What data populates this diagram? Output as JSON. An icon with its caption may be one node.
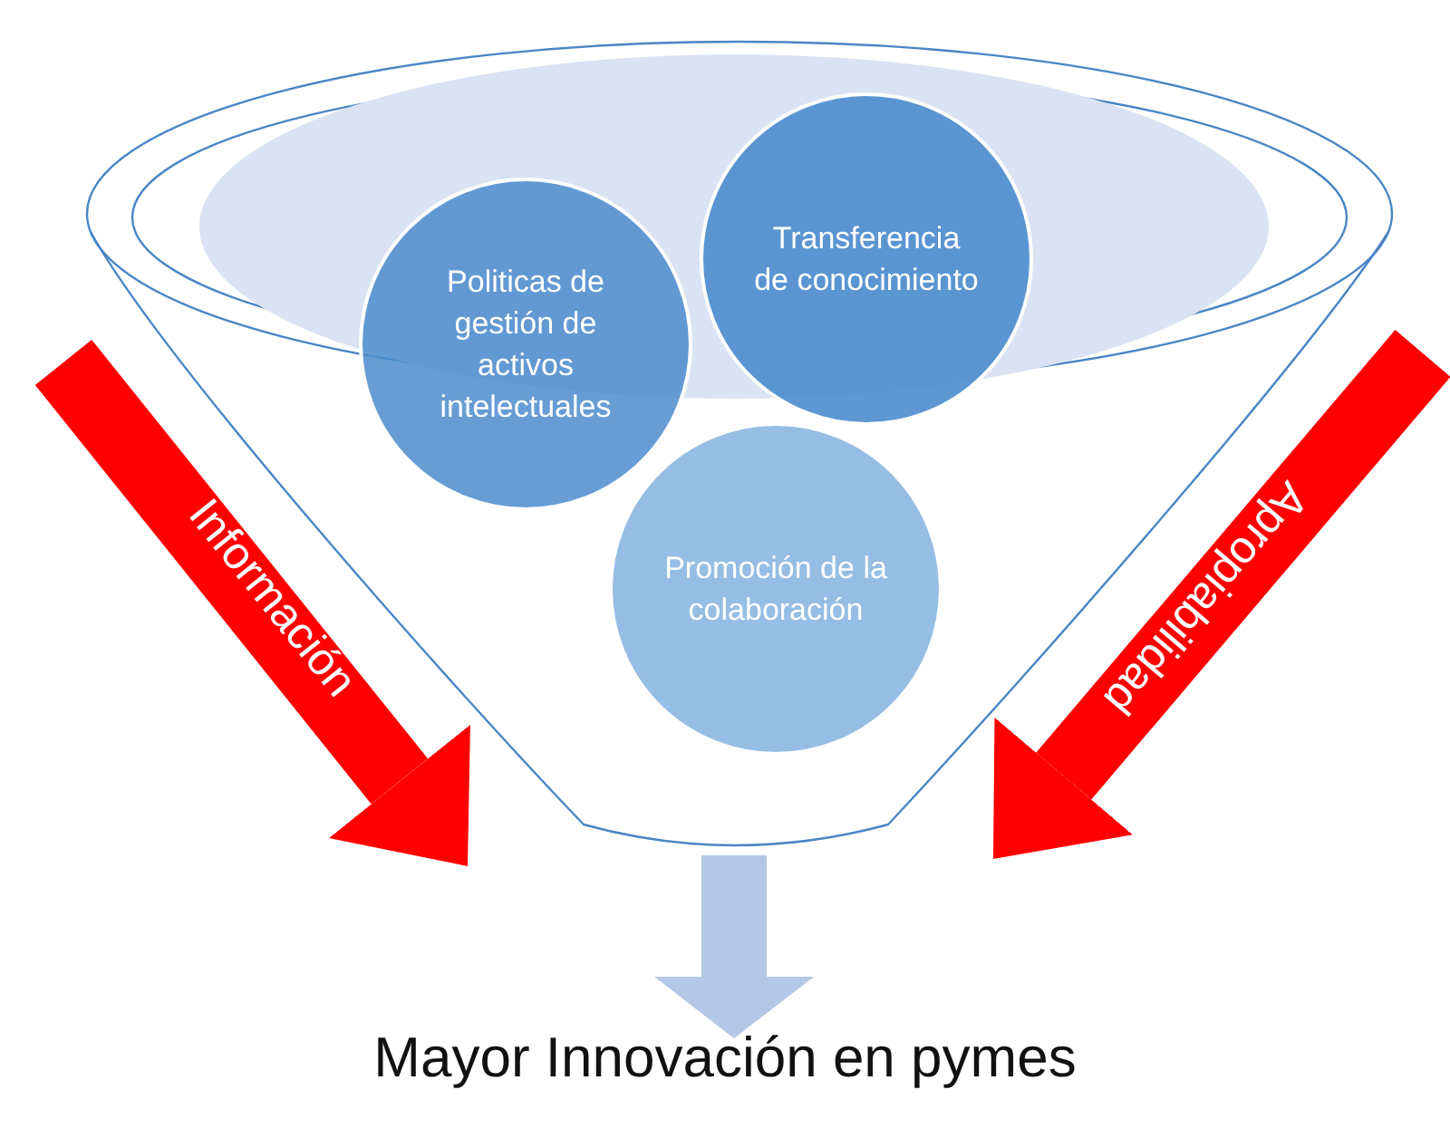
{
  "diagram": {
    "nodes": [
      {
        "text": [],
        "shape": "funnel"
      },
      {
        "text": [
          "Politicas de gestión de activos intelectuales"
        ],
        "in": 0
      },
      {
        "text": [
          "Transferencia de conocimiento"
        ],
        "in": 0
      },
      {
        "text": [
          "Promoción de la colaboración"
        ],
        "in": 0
      },
      {
        "text": [
          "Mayor Innovación en pymes"
        ]
      }
    ],
    "edges": [
      {
        "from": null,
        "to": 0,
        "arrow": "to",
        "label": "Información",
        "color": "#ff0000"
      },
      {
        "from": null,
        "to": 0,
        "arrow": "to",
        "label": "Apropiabilidad",
        "color": "#ff0000"
      },
      {
        "from": 0,
        "to": 4,
        "arrow": "to",
        "color": "#b4c7e7"
      }
    ]
  }
}
